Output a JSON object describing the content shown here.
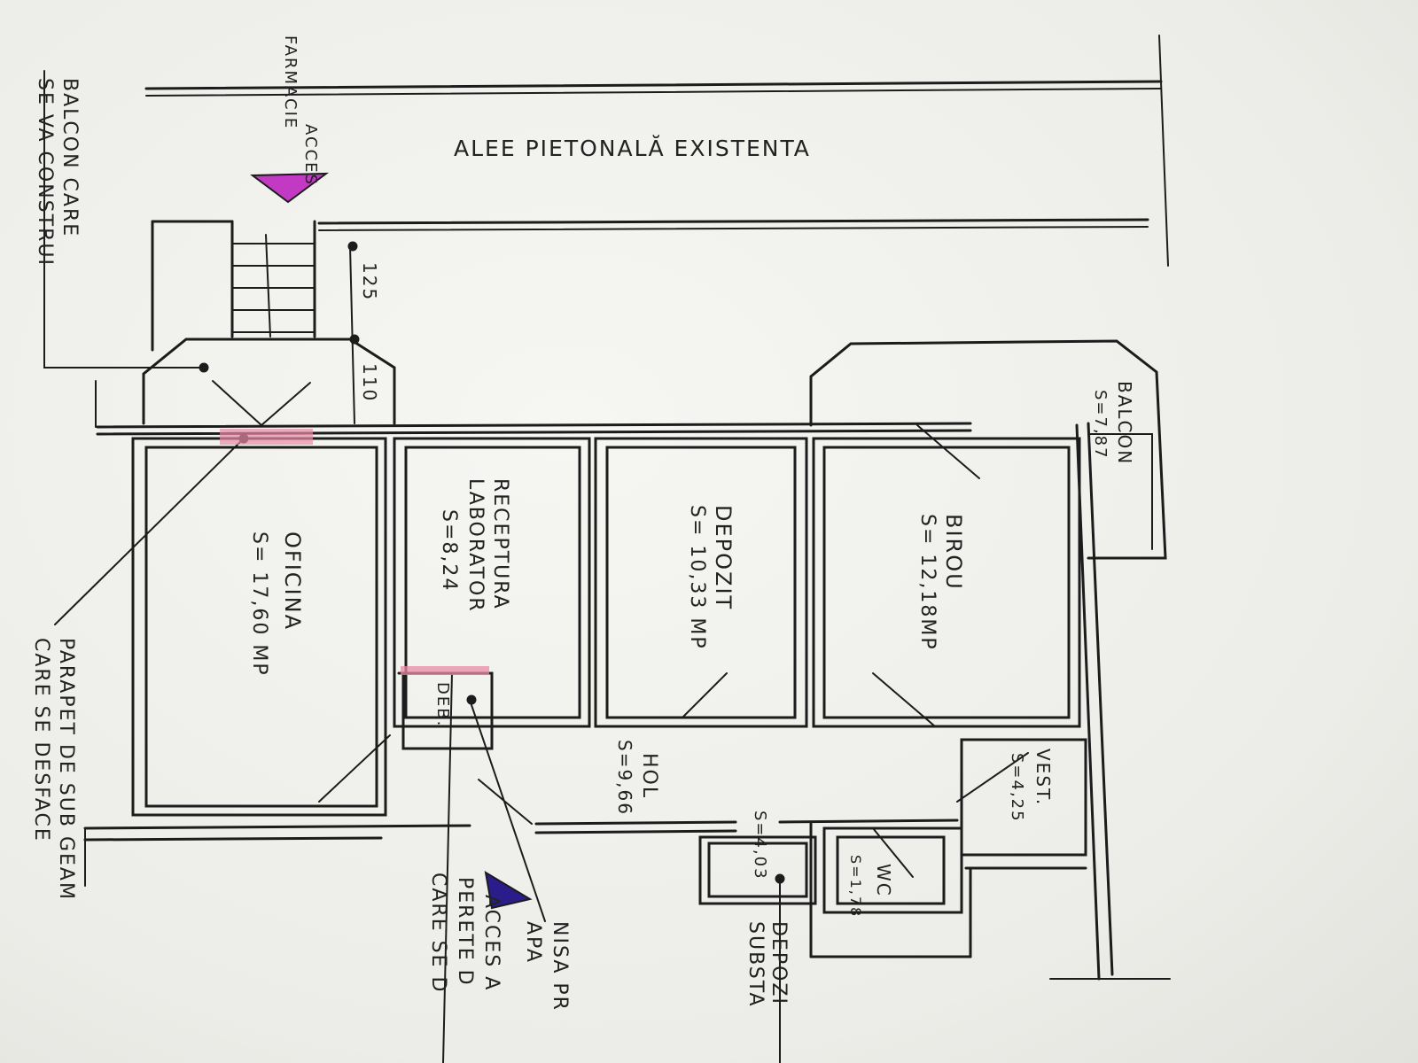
{
  "labels": {
    "street": "ALEE PIETONALĂ EXISTENTA",
    "access_pharmacy": [
      "ACCES",
      "FARMACIE"
    ],
    "balcony_note": [
      "BALCON CARE",
      "SE VA CONSTRUI"
    ],
    "parapet_note": [
      "PARAPET DE SUB GEAM",
      "CARE SE DESFACE"
    ],
    "wall_note": [
      "ACCES A",
      "PERETE D",
      "CARE SE D"
    ],
    "water_note": [
      "NISA PR",
      "APA"
    ],
    "storage_note": [
      "DEPOZI",
      "SUBSTA"
    ],
    "dim_125": "125",
    "dim_110": "110"
  },
  "rooms": {
    "oficina": {
      "name": "OFICINA",
      "area": "S= 17,60 MP"
    },
    "receptura": {
      "name1": "RECEPTURA",
      "name2": "LABORATOR",
      "area": "S=8,24"
    },
    "depozit": {
      "name": "DEPOZIT",
      "area": "S= 10,33 MP"
    },
    "birou": {
      "name": "BIROU",
      "area": "S= 12,18MP"
    },
    "balcon": {
      "name": "BALCON",
      "area": "S=7,87"
    },
    "hol": {
      "name": "HOL",
      "area": "S=9,66"
    },
    "deb": {
      "name": "DEB."
    },
    "vest": {
      "name": "VEST.",
      "area": "S=4,25"
    },
    "wc": {
      "name": "WC",
      "area": "S=1,78"
    },
    "sub": {
      "area": "S=4,03"
    }
  },
  "colors": {
    "ink": "#1c1c1c",
    "highlight_pink": "#e88aa6",
    "marker_magenta": "#c23ac4",
    "marker_blue": "#2a1c8a"
  }
}
